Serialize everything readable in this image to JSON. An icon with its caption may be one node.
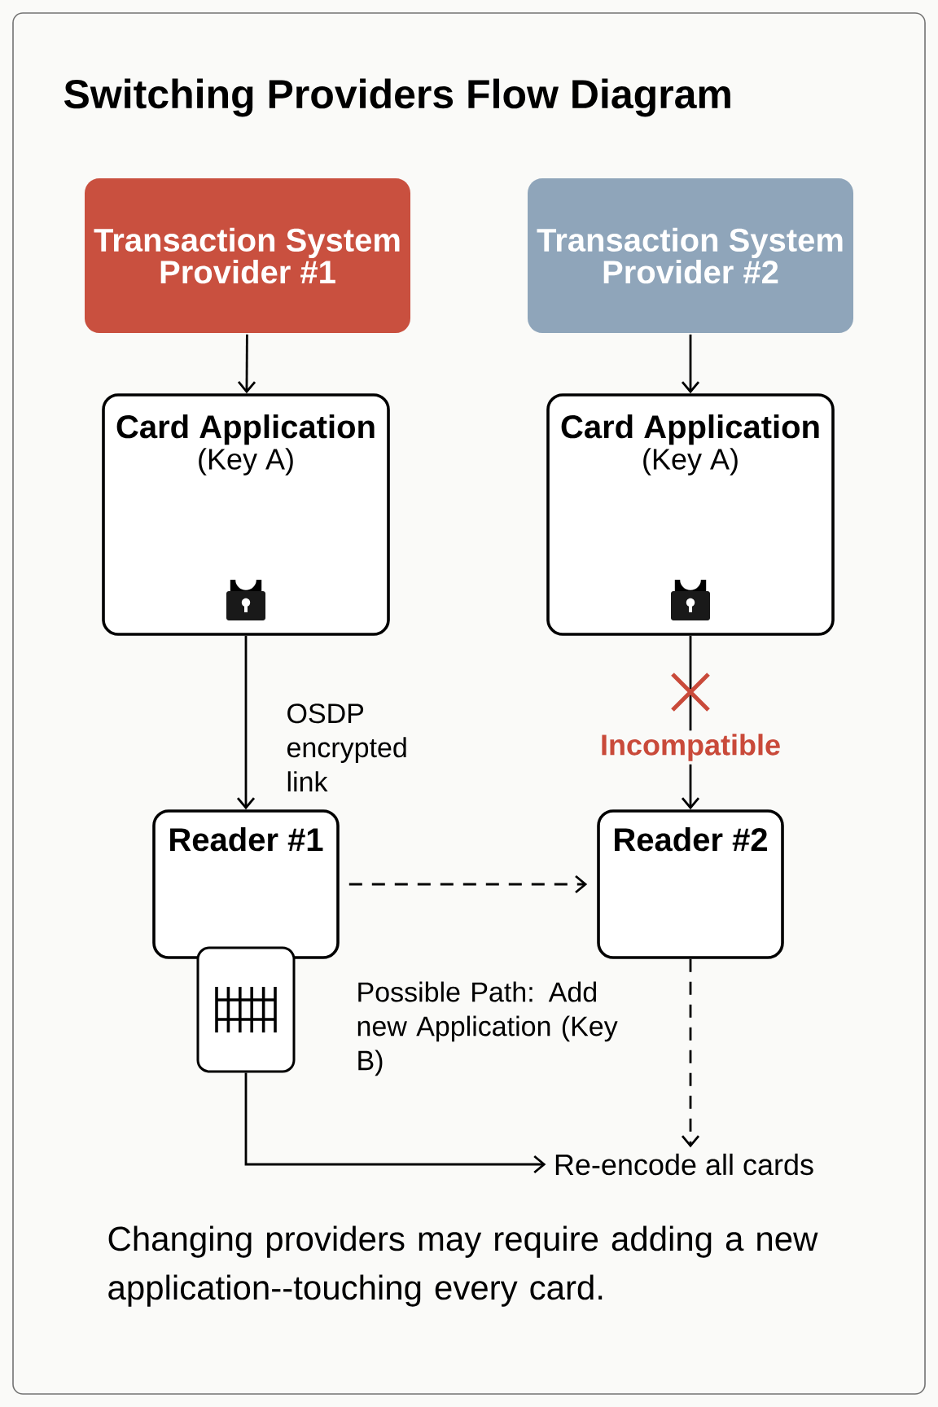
{
  "diagram": {
    "title": "Switching Providers Flow Diagram",
    "caption": "Changing providers may require adding a new application--touching every card.",
    "nodes": [
      {
        "text": [
          "Transaction System Provider #1"
        ]
      },
      {
        "text": [
          "Transaction System Provider #2"
        ]
      },
      {
        "text": [
          "Card Application",
          "(Key A)"
        ]
      },
      {
        "text": [
          "Card Application",
          "(Key A)"
        ]
      },
      {
        "text": [
          "Reader #1"
        ]
      },
      {
        "text": [
          "Reader #2"
        ]
      },
      {
        "text": [],
        "shape": "box"
      },
      {
        "text": [
          "Re-encode all cards"
        ]
      }
    ],
    "edges": [
      {
        "from": 0,
        "to": 2,
        "arrow": "to"
      },
      {
        "from": 1,
        "to": 3,
        "arrow": "to"
      },
      {
        "from": 2,
        "to": 4,
        "arrow": "to",
        "label": "OSDP encrypted link"
      },
      {
        "from": 3,
        "to": 5,
        "arrow": "to",
        "label": "Incompatible"
      },
      {
        "from": 4,
        "to": 5,
        "arrow": "to",
        "style": "dashed"
      },
      {
        "from": 6,
        "to": 7,
        "arrow": "to"
      },
      {
        "from": 5,
        "to": 7,
        "arrow": "to",
        "style": "dashed"
      }
    ],
    "labels": [
      "Possible Path: Add new Application (Key B)"
    ]
  }
}
